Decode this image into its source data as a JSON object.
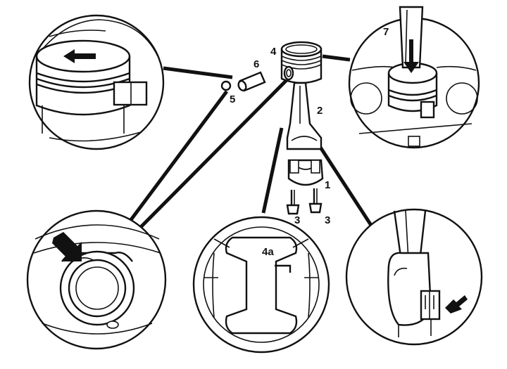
{
  "callouts": [
    {
      "key": "c1",
      "text": "1"
    },
    {
      "key": "c2",
      "text": "2"
    },
    {
      "key": "c3a",
      "text": "3"
    },
    {
      "key": "c3b",
      "text": "3"
    },
    {
      "key": "c4",
      "text": "4"
    },
    {
      "key": "c4a",
      "text": "4a"
    },
    {
      "key": "c5",
      "text": "5"
    },
    {
      "key": "c6",
      "text": "6"
    },
    {
      "key": "c7",
      "text": "7"
    }
  ],
  "detail_views": [
    {
      "name": "piston-direction-arrow-detail"
    },
    {
      "name": "piston-ring-compressor-detail"
    },
    {
      "name": "piston-pin-bore-detail"
    },
    {
      "name": "piston-crown-underside-detail"
    },
    {
      "name": "connecting-rod-mark-detail"
    }
  ],
  "colors": {
    "ink": "#111111",
    "paper": "#ffffff"
  }
}
